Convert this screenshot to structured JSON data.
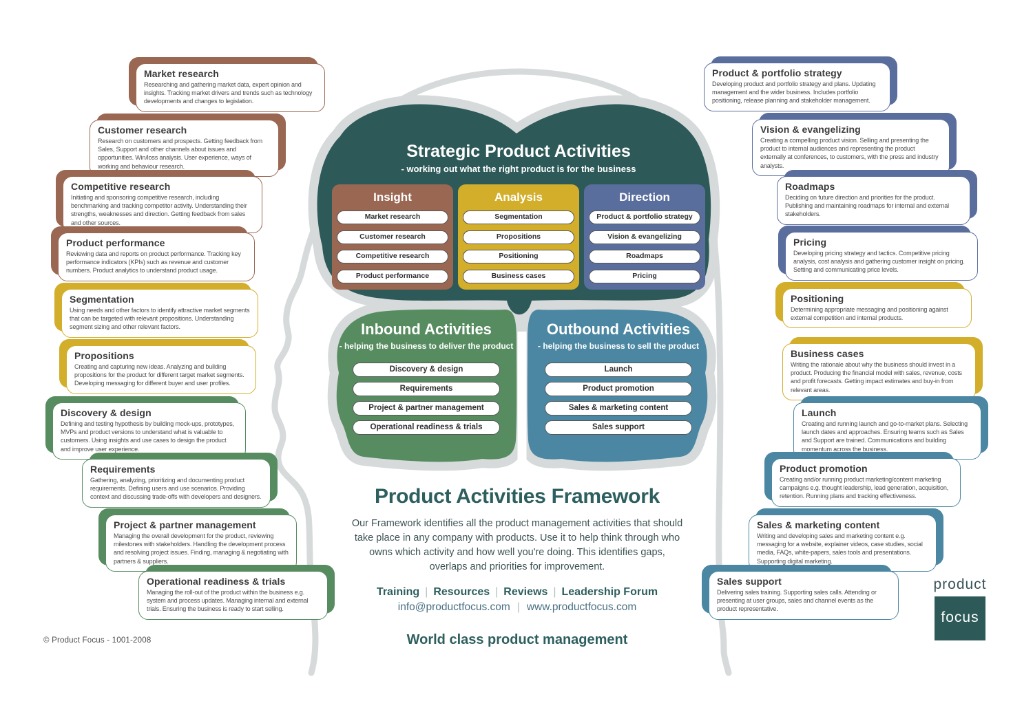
{
  "palette": {
    "dark_teal": "#2d5a58",
    "green": "#578c60",
    "teal_blue": "#4b87a2",
    "brown": "#9a6752",
    "gold": "#d2ae2b",
    "navy": "#5a6e9e",
    "head_gray": "#d6dadb",
    "heading_teal": "#2d5f5e"
  },
  "strategic": {
    "title": "Strategic Product Activities",
    "subtitle": "- working out what the right product is for the business",
    "columns": [
      {
        "label": "Insight",
        "items": [
          "Market research",
          "Customer research",
          "Competitive research",
          "Product performance"
        ]
      },
      {
        "label": "Analysis",
        "items": [
          "Segmentation",
          "Propositions",
          "Positioning",
          "Business cases"
        ]
      },
      {
        "label": "Direction",
        "items": [
          "Product & portfolio strategy",
          "Vision & evangelizing",
          "Roadmaps",
          "Pricing"
        ]
      }
    ]
  },
  "inbound": {
    "title": "Inbound Activities",
    "subtitle": "- helping the business to deliver the product",
    "items": [
      "Discovery & design",
      "Requirements",
      "Project & partner management",
      "Operational readiness & trials"
    ]
  },
  "outbound": {
    "title": "Outbound Activities",
    "subtitle": "- helping the business to sell the product",
    "items": [
      "Launch",
      "Product promotion",
      "Sales & marketing content",
      "Sales support"
    ]
  },
  "left_callouts": [
    {
      "title": "Market research",
      "desc": "Researching and gathering market data, expert opinion and insights. Tracking market drivers and trends such as technology developments and changes to legislation."
    },
    {
      "title": "Customer research",
      "desc": "Research on customers and prospects. Getting feedback from Sales, Support and other channels about issues and opportunities. Win/loss analysis. User experience, ways of working and behaviour research."
    },
    {
      "title": "Competitive research",
      "desc": "Initiating and sponsoring competitive research, including benchmarking and tracking competitor activity. Understanding their strengths, weaknesses and direction. Getting feedback from sales and other sources."
    },
    {
      "title": "Product performance",
      "desc": "Reviewing data and reports on product performance. Tracking key performance indicators (KPIs) such as revenue and customer numbers. Product analytics to understand product usage."
    },
    {
      "title": "Segmentation",
      "desc": "Using needs and other factors to identify attractive market segments that can be targeted with relevant propositions. Understanding segment sizing and other relevant factors."
    },
    {
      "title": "Propositions",
      "desc": "Creating and capturing new ideas. Analyzing and building propositions for the product for different target market segments. Developing messaging for different buyer and user profiles."
    },
    {
      "title": "Discovery & design",
      "desc": "Defining and testing hypothesis by building mock-ups, prototypes, MVPs and product versions to understand what is valuable to customers. Using insights and use cases to design the product and improve user experience."
    },
    {
      "title": "Requirements",
      "desc": "Gathering, analyzing, prioritizing and documenting product requirements. Defining users and use scenarios. Providing context and discussing trade-offs with developers and designers."
    },
    {
      "title": "Project & partner management",
      "desc": "Managing the overall development for the product, reviewing milestones with stakeholders. Handling the development process and resolving project issues. Finding, managing & negotiating with partners & suppliers."
    },
    {
      "title": "Operational readiness & trials",
      "desc": "Managing the roll-out of the product within the business e.g. system and process updates. Managing internal and external trials. Ensuring the business is ready to start selling."
    }
  ],
  "right_callouts": [
    {
      "title": "Product & portfolio strategy",
      "desc": "Developing product and portfolio strategy and plans. Updating management and the wider business. Includes portfolio positioning, release planning and stakeholder management."
    },
    {
      "title": "Vision & evangelizing",
      "desc": "Creating a compelling product vision. Selling and presenting the product to internal audiences and representing the product externally at conferences, to customers, with the press and industry analysts."
    },
    {
      "title": "Roadmaps",
      "desc": "Deciding on future direction and priorities for the product. Publishing and maintaining roadmaps for internal and external stakeholders."
    },
    {
      "title": "Pricing",
      "desc": "Developing pricing strategy and tactics. Competitive pricing analysis, cost analysis and gathering customer insight on pricing. Setting and communicating price levels."
    },
    {
      "title": "Positioning",
      "desc": "Determining appropriate messaging and positioning against external competition and internal products."
    },
    {
      "title": "Business cases",
      "desc": "Writing the rationale about why the business should invest in a product. Producing the financial model with sales, revenue, costs and profit forecasts. Getting impact estimates and buy-in from relevant areas."
    },
    {
      "title": "Launch",
      "desc": "Creating and running launch and go-to-market plans. Selecting launch dates and approaches. Ensuring teams such as Sales and Support are trained. Communications and building momentum across the business."
    },
    {
      "title": "Product promotion",
      "desc": "Creating and/or running product marketing/content marketing campaigns e.g. thought leadership, lead generation, acquisition, retention. Running plans and tracking effectiveness."
    },
    {
      "title": "Sales & marketing content",
      "desc": "Writing and developing sales and marketing content e.g. messaging for a website, explainer videos, case studies, social media, FAQs, white-papers, sales tools and presentations. Supporting digital marketing."
    },
    {
      "title": "Sales support",
      "desc": "Delivering sales training. Supporting sales calls. Attending or presenting at user groups, sales and channel events as the product representative."
    }
  ],
  "footer": {
    "title": "Product Activities Framework",
    "description": "Our Framework identifies all the product management activities that should take place in any company with products. Use it to help think through who owns which activity and how well you're doing.  This identifies gaps, overlaps and priorities for improvement.",
    "links": [
      "Training",
      "Resources",
      "Reviews",
      "Leadership Forum"
    ],
    "pipe": "|",
    "email": "info@productfocus.com",
    "website": "www.productfocus.com",
    "tagline": "World class product management",
    "copyright": "© Product Focus - 1001-2008"
  },
  "logo": {
    "top": "product",
    "bottom": "focus"
  }
}
